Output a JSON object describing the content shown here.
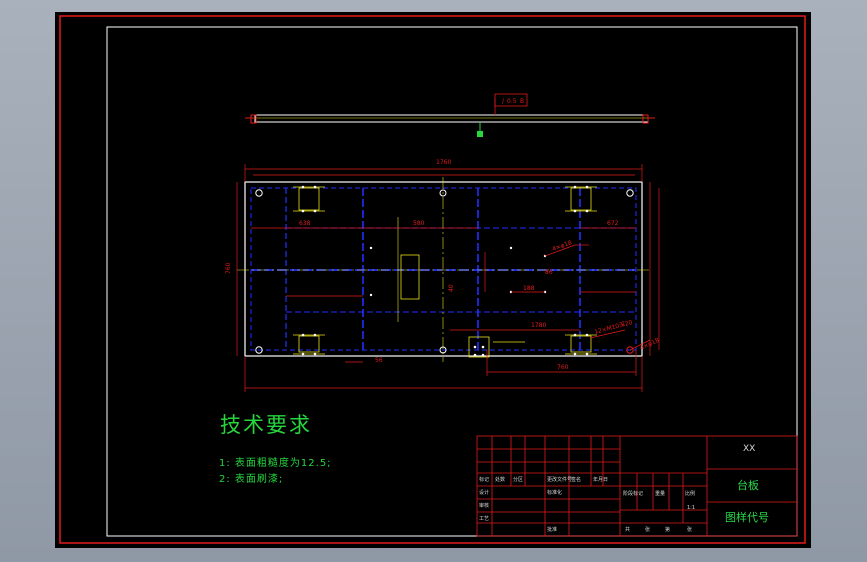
{
  "drawing": {
    "dims": {
      "overall_length": "1760",
      "surface_mark": "0.5",
      "hole_pitch": "580",
      "left_offset": "638",
      "right_offset": "672",
      "height": "760",
      "center": "40",
      "center2": "86",
      "small_offset": "188",
      "bottom_slot": "1780",
      "bottom_right": "760",
      "small_a": "56",
      "note_a": "4×φ18",
      "note_b": "12×M10深20",
      "note_c": "4×φ18"
    }
  },
  "requirements": {
    "title": "技术要求",
    "items": [
      "1: 表面粗糙度为12.5;",
      "2: 表面刷漆;"
    ]
  },
  "title_block": {
    "company": "XX",
    "part_name": "台板",
    "drawing_no": "图样代号",
    "labels": [
      "标记",
      "处数",
      "分区",
      "更改文件号",
      "签名",
      "年月日",
      "设计",
      "标准化",
      "阶段标记",
      "重量",
      "比例",
      "审核",
      "工艺",
      "批准",
      "共",
      "张",
      "第",
      "张"
    ],
    "scale": "1:1"
  },
  "colors": {
    "frame": "#e31b1b",
    "outline": "#ffffff",
    "hidden": "#2030ff",
    "centerline": "#e8e01a",
    "dimension": "#e31b1b",
    "text_green": "#25d63c"
  }
}
